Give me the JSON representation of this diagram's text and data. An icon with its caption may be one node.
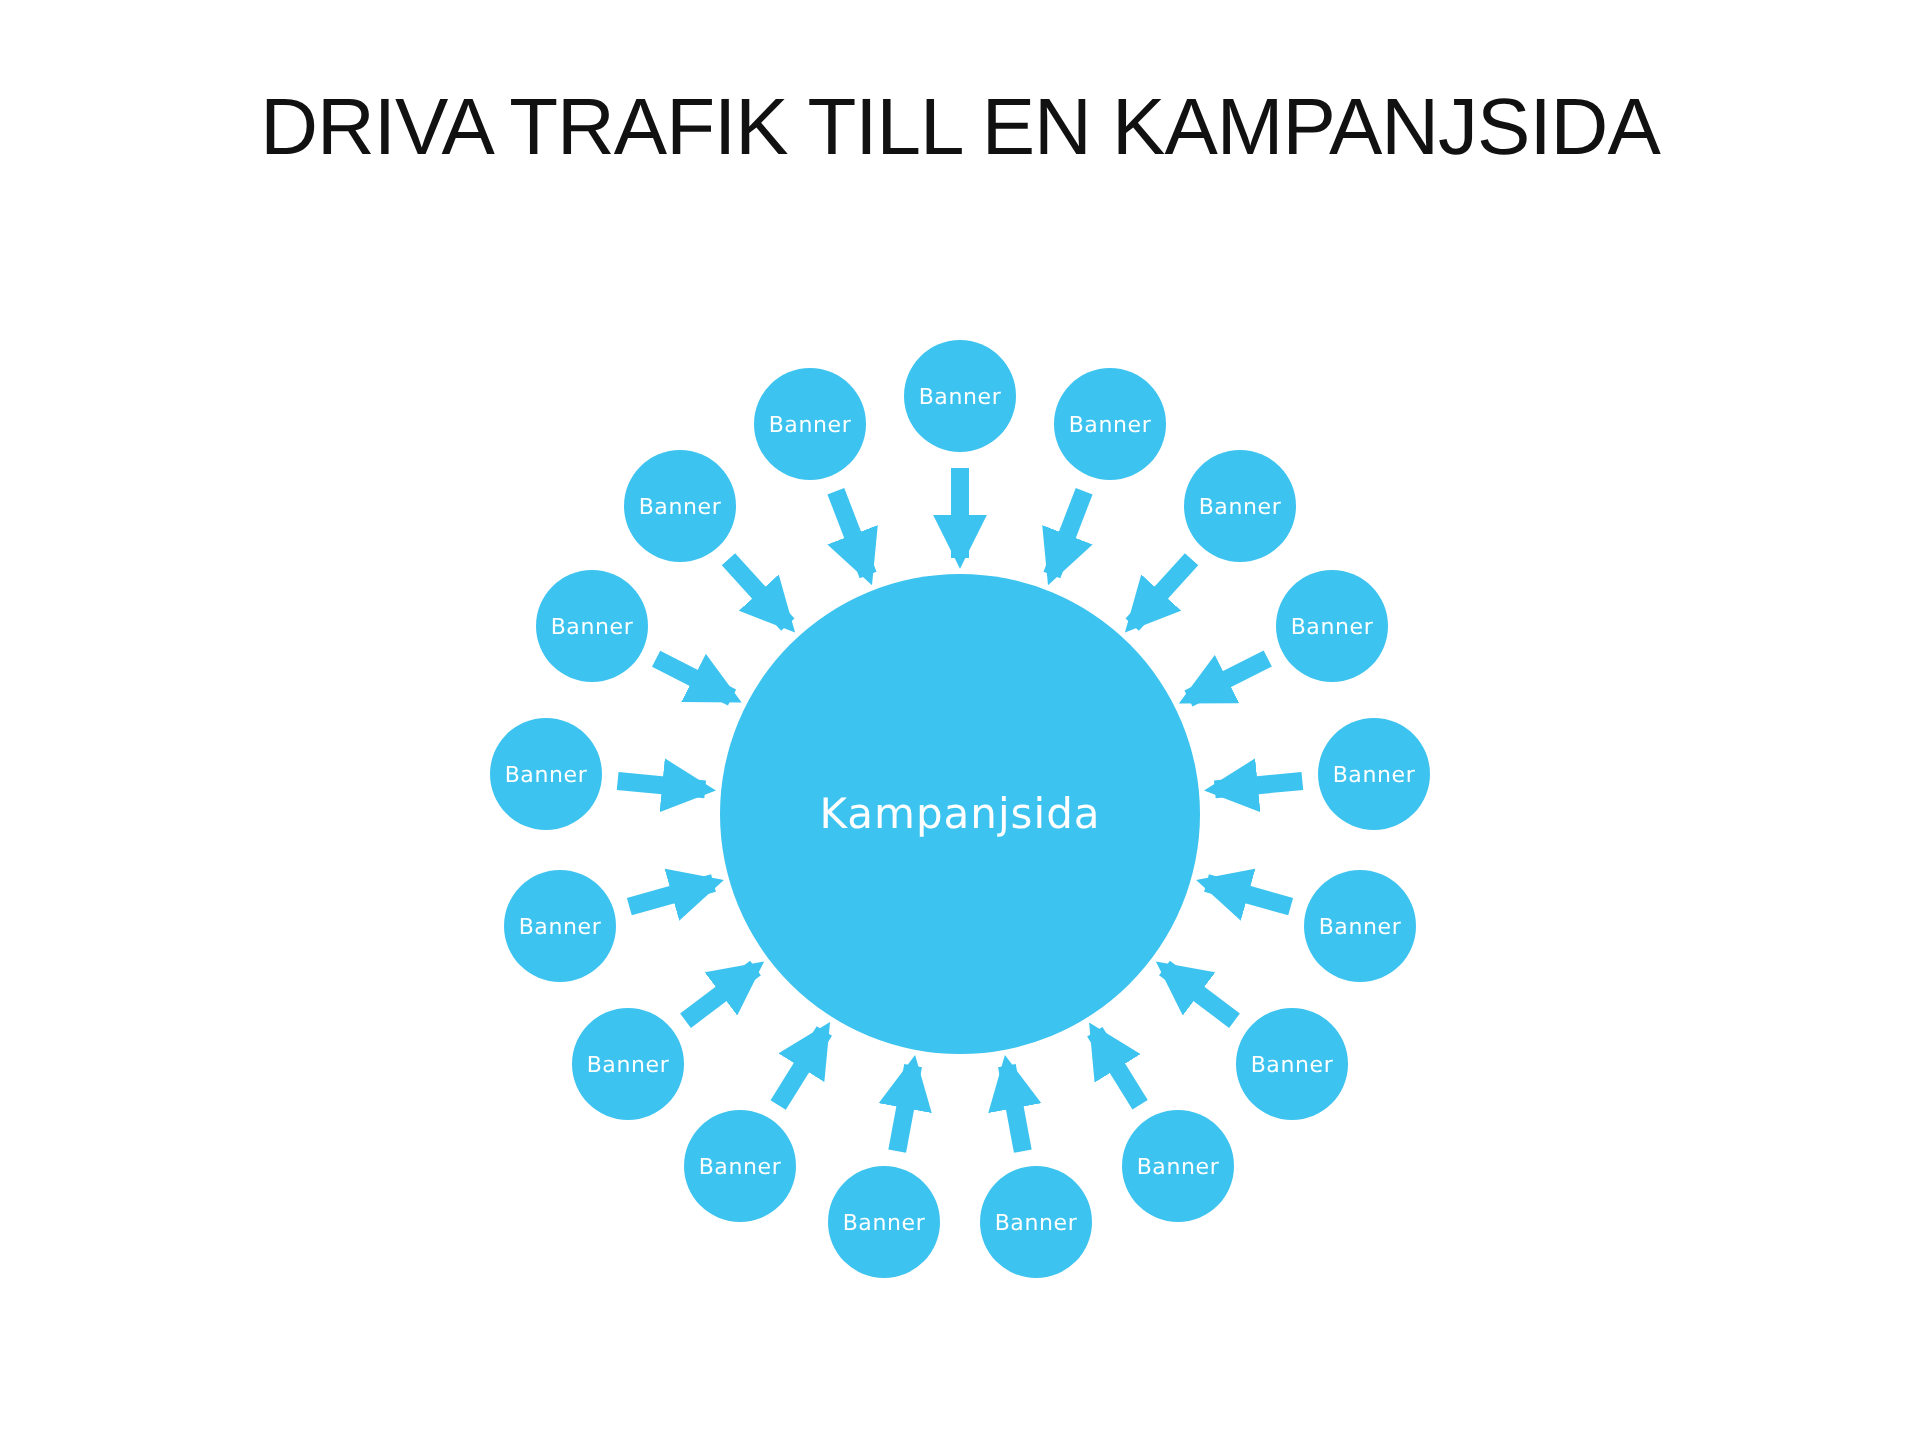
{
  "diagram": {
    "title": "DRIVA TRAFIK TILL EN KAMPANJSIDA",
    "nodes": [
      {
        "text": [
          "Kampanjsida"
        ]
      },
      {
        "text": [
          "Banner"
        ]
      },
      {
        "text": [
          "Banner"
        ]
      },
      {
        "text": [
          "Banner"
        ]
      },
      {
        "text": [
          "Banner"
        ]
      },
      {
        "text": [
          "Banner"
        ]
      },
      {
        "text": [
          "Banner"
        ]
      },
      {
        "text": [
          "Banner"
        ]
      },
      {
        "text": [
          "Banner"
        ]
      },
      {
        "text": [
          "Banner"
        ]
      },
      {
        "text": [
          "Banner"
        ]
      },
      {
        "text": [
          "Banner"
        ]
      },
      {
        "text": [
          "Banner"
        ]
      },
      {
        "text": [
          "Banner"
        ]
      },
      {
        "text": [
          "Banner"
        ]
      },
      {
        "text": [
          "Banner"
        ]
      },
      {
        "text": [
          "Banner"
        ]
      },
      {
        "text": [
          "Banner"
        ]
      }
    ],
    "edges": [
      {
        "from": 1,
        "to": 0,
        "arrow": "to"
      },
      {
        "from": 2,
        "to": 0,
        "arrow": "to"
      },
      {
        "from": 3,
        "to": 0,
        "arrow": "to"
      },
      {
        "from": 4,
        "to": 0,
        "arrow": "to"
      },
      {
        "from": 5,
        "to": 0,
        "arrow": "to"
      },
      {
        "from": 6,
        "to": 0,
        "arrow": "to"
      },
      {
        "from": 7,
        "to": 0,
        "arrow": "to"
      },
      {
        "from": 8,
        "to": 0,
        "arrow": "to"
      },
      {
        "from": 9,
        "to": 0,
        "arrow": "to"
      },
      {
        "from": 10,
        "to": 0,
        "arrow": "to"
      },
      {
        "from": 11,
        "to": 0,
        "arrow": "to"
      },
      {
        "from": 12,
        "to": 0,
        "arrow": "to"
      },
      {
        "from": 13,
        "to": 0,
        "arrow": "to"
      },
      {
        "from": 14,
        "to": 0,
        "arrow": "to"
      },
      {
        "from": 15,
        "to": 0,
        "arrow": "to"
      },
      {
        "from": 16,
        "to": 0,
        "arrow": "to"
      },
      {
        "from": 17,
        "to": 0,
        "arrow": "to"
      }
    ]
  }
}
